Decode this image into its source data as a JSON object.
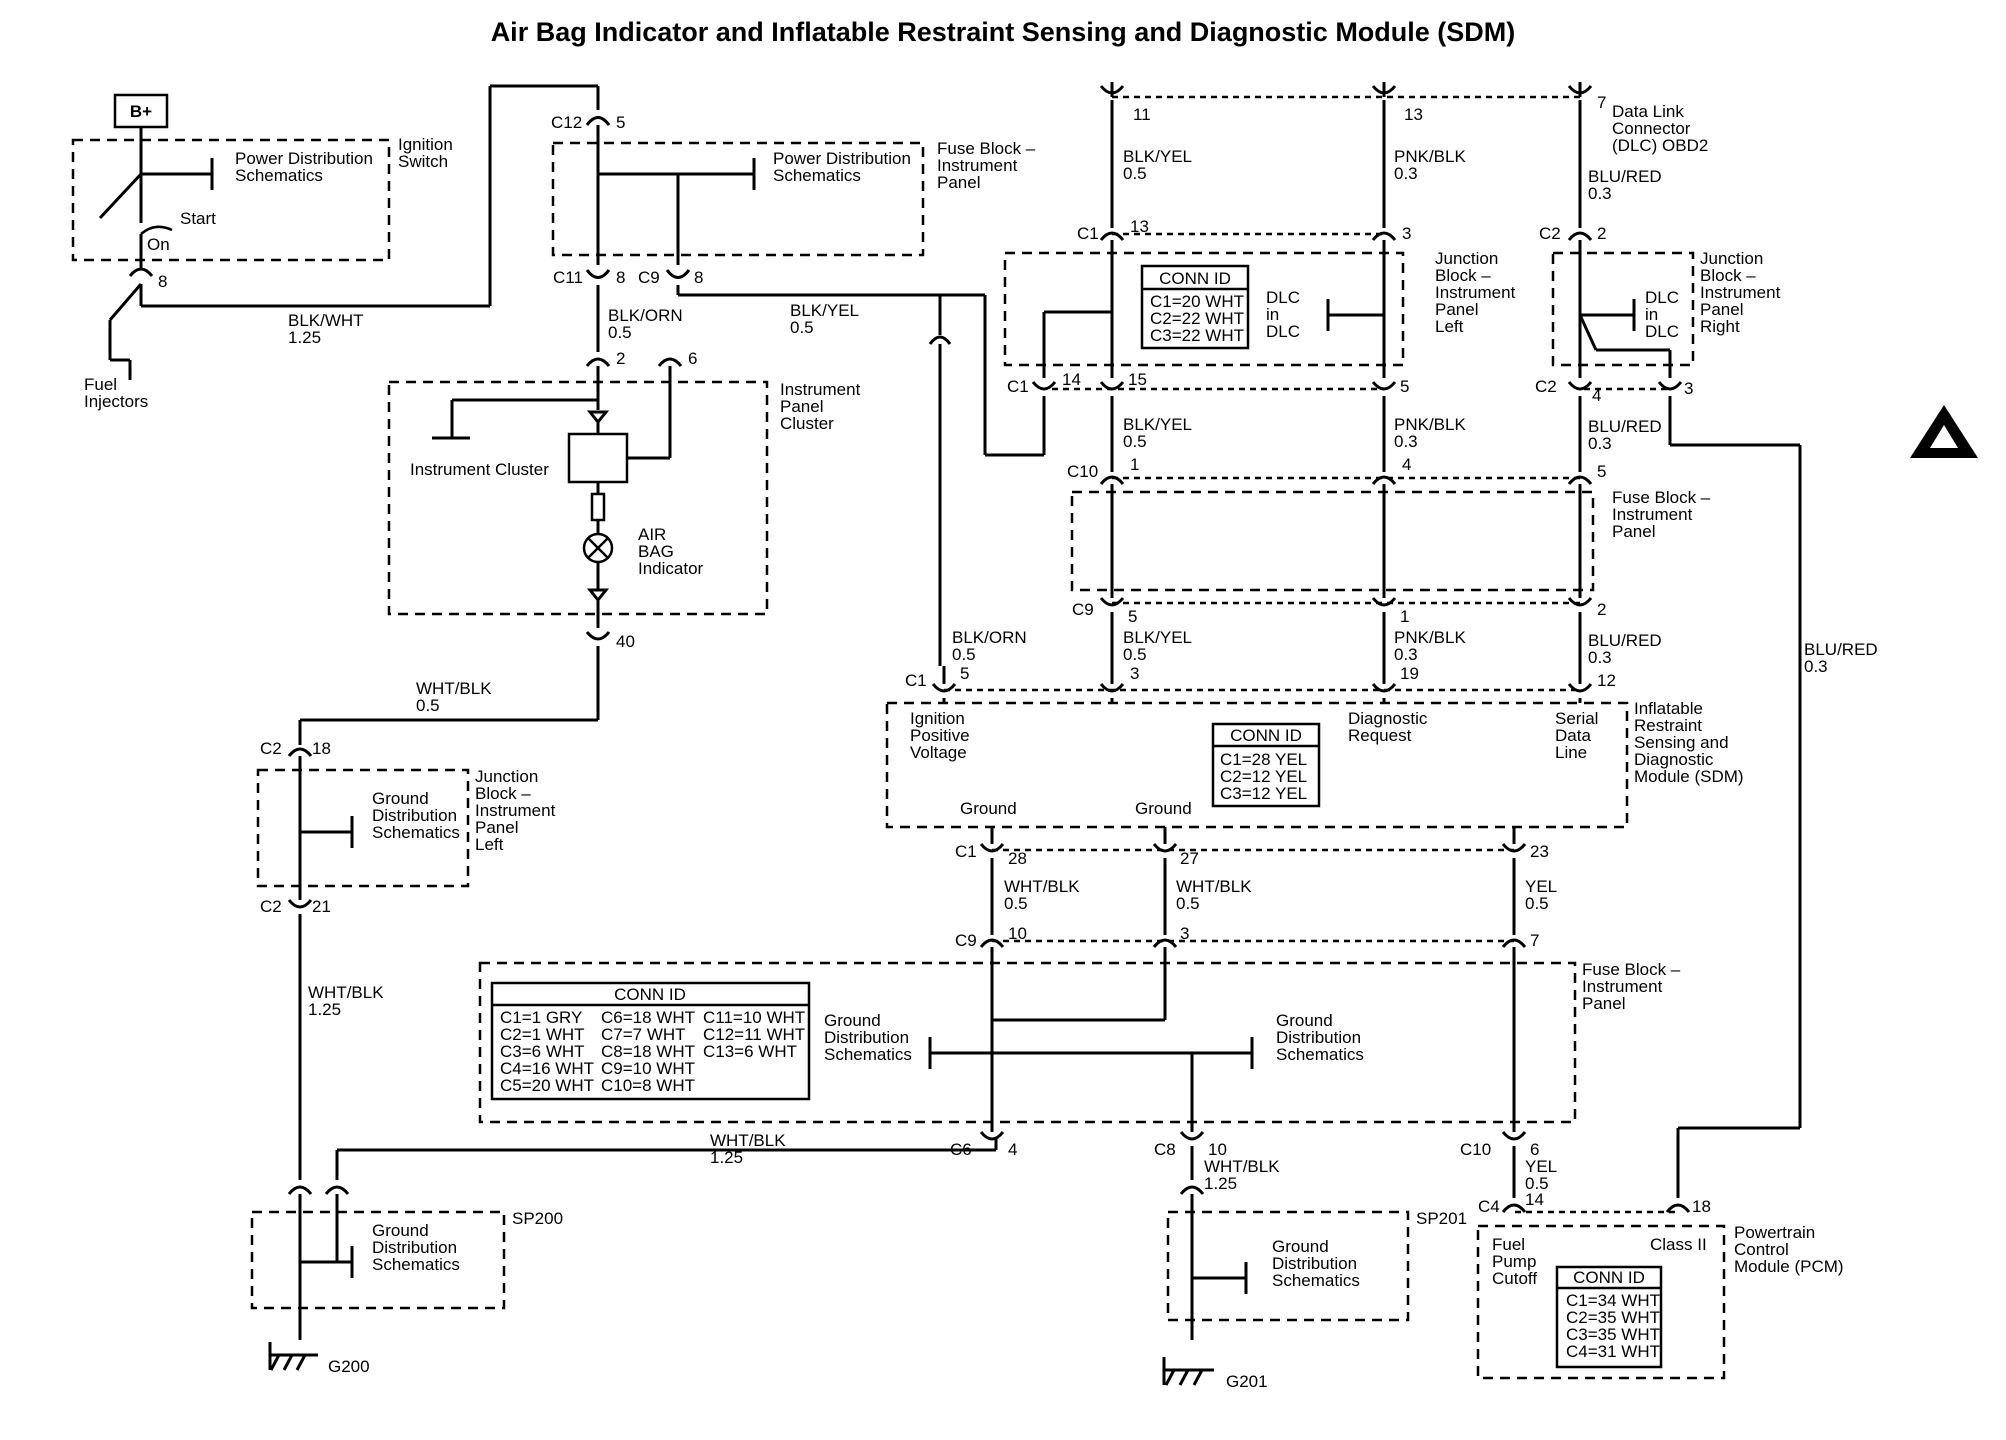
{
  "title": "Air Bag Indicator and Inflatable Restraint Sensing and Diagnostic Module  (SDM)",
  "battery": "B+",
  "ignition": {
    "switch": [
      "Ignition",
      "Switch"
    ],
    "pds": [
      "Power Distribution",
      "Schematics"
    ],
    "start": "Start",
    "on": "On",
    "pin": "8"
  },
  "fuel_injectors": [
    "Fuel",
    "Injectors"
  ],
  "wires": {
    "blk_wht": [
      "BLK/WHT",
      "1.25"
    ],
    "blk_orn_1": [
      "BLK/ORN",
      "0.5"
    ],
    "blk_yel_1": [
      "BLK/YEL",
      "0.5"
    ],
    "blk_yel_2": [
      "BLK/YEL",
      "0.5"
    ],
    "blk_yel_3": [
      "BLK/YEL",
      "0.5"
    ],
    "blk_yel_4": [
      "BLK/YEL",
      "0.5"
    ],
    "pnk_blk_1": [
      "PNK/BLK",
      "0.3"
    ],
    "pnk_blk_2": [
      "PNK/BLK",
      "0.3"
    ],
    "pnk_blk_3": [
      "PNK/BLK",
      "0.3"
    ],
    "blu_red_1": [
      "BLU/RED",
      "0.3"
    ],
    "blu_red_2": [
      "BLU/RED",
      "0.3"
    ],
    "blu_red_3": [
      "BLU/RED",
      "0.3"
    ],
    "blu_red_4": [
      "BLU/RED",
      "0.3"
    ],
    "blk_orn_2": [
      "BLK/ORN",
      "0.5"
    ],
    "wht_blk_1": [
      "WHT/BLK",
      "0.5"
    ],
    "wht_blk_2": [
      "WHT/BLK",
      "1.25"
    ],
    "wht_blk_3": [
      "WHT/BLK",
      "0.5"
    ],
    "wht_blk_4": [
      "WHT/BLK",
      "0.5"
    ],
    "wht_blk_5": [
      "WHT/BLK",
      "1.25"
    ],
    "wht_blk_6": [
      "WHT/BLK",
      "1.25"
    ],
    "yel_1": [
      "YEL",
      "0.5"
    ],
    "yel_2": [
      "YEL",
      "0.5"
    ]
  },
  "fuse_block_top": {
    "label": [
      "Fuse Block –",
      "Instrument",
      "Panel"
    ],
    "pds": [
      "Power Distribution",
      "Schematics"
    ]
  },
  "ipc": {
    "label": [
      "Instrument",
      "Panel",
      "Cluster"
    ],
    "cluster": "Instrument Cluster",
    "indicator": [
      "AIR",
      "BAG",
      "Indicator"
    ]
  },
  "dlc": {
    "label": [
      "Data Link",
      "Connector",
      "(DLC) OBD2"
    ]
  },
  "jb_left": {
    "label": [
      "Junction",
      "Block –",
      "Instrument",
      "Panel",
      "Left"
    ],
    "conn_title": "CONN ID",
    "conn": [
      "C1=20 WHT",
      "C2=22 WHT",
      "C3=22 WHT"
    ],
    "dlc": [
      "DLC",
      "in",
      "DLC"
    ]
  },
  "jb_right": {
    "label": [
      "Junction",
      "Block –",
      "Instrument",
      "Panel",
      "Right"
    ],
    "dlc": [
      "DLC",
      "in",
      "DLC"
    ]
  },
  "fuse_block_mid": {
    "label": [
      "Fuse Block –",
      "Instrument",
      "Panel"
    ]
  },
  "sdm": {
    "label": [
      "Inflatable",
      "Restraint",
      "Sensing and",
      "Diagnostic",
      "Module (SDM)"
    ],
    "ignition": [
      "Ignition",
      "Positive",
      "Voltage"
    ],
    "diag": [
      "Diagnostic",
      "Request"
    ],
    "serial": [
      "Serial",
      "Data",
      "Line"
    ],
    "ground1": "Ground",
    "ground2": "Ground",
    "conn_title": "CONN ID",
    "conn": [
      "C1=28 YEL",
      "C2=12 YEL",
      "C3=12 YEL"
    ]
  },
  "jb_ground": {
    "label": [
      "Junction",
      "Block –",
      "Instrument",
      "Panel",
      "Left"
    ],
    "gds": [
      "Ground",
      "Distribution",
      "Schematics"
    ]
  },
  "fuse_block_bottom": {
    "label": [
      "Fuse Block –",
      "Instrument",
      "Panel"
    ],
    "conn_title": "CONN ID",
    "conn_col1": [
      "C1=1 GRY",
      "C2=1 WHT",
      "C3=6 WHT",
      "C4=16 WHT",
      "C5=20 WHT"
    ],
    "conn_col2": [
      "C6=18 WHT",
      "C7=7 WHT",
      "C8=18 WHT",
      "C9=10 WHT",
      "C10=8 WHT"
    ],
    "conn_col3": [
      "C11=10 WHT",
      "C12=11 WHT",
      "C13=6 WHT"
    ],
    "gds_left": [
      "Ground",
      "Distribution",
      "Schematics"
    ],
    "gds_right": [
      "Ground",
      "Distribution",
      "Schematics"
    ]
  },
  "sp200": {
    "label": "SP200",
    "gds": [
      "Ground",
      "Distribution",
      "Schematics"
    ],
    "ground": "G200"
  },
  "sp201": {
    "label": "SP201",
    "gds": [
      "Ground",
      "Distribution",
      "Schematics"
    ],
    "ground": "G201"
  },
  "pcm": {
    "label": [
      "Powertrain",
      "Control",
      "Module (PCM)"
    ],
    "fuel": [
      "Fuel",
      "Pump",
      "Cutoff"
    ],
    "class2": "Class II",
    "conn_title": "CONN ID",
    "conn": [
      "C1=34 WHT",
      "C2=35 WHT",
      "C3=35 WHT",
      "C4=31 WHT"
    ]
  },
  "connectors": {
    "c12_5": [
      "C12",
      "5"
    ],
    "c11_8": [
      "C11",
      "8"
    ],
    "c9_8": [
      "C9",
      "8"
    ],
    "ipc_2": "2",
    "ipc_6": "6",
    "ipc_40": "40",
    "dlc_11": "11",
    "dlc_13": "13",
    "dlc_7": "7",
    "c1_13": [
      "C1",
      "13"
    ],
    "c1_3": "3",
    "c2_2": [
      "C2",
      "2"
    ],
    "c1_14": [
      "C1",
      "14"
    ],
    "c1_15": "15",
    "c1_5": "5",
    "c2_4": [
      "C2",
      "4"
    ],
    "c2_3": "3",
    "c10_1": [
      "C10",
      "1"
    ],
    "c10_4": "4",
    "c10_5": "5",
    "c9_5": [
      "C9",
      "5"
    ],
    "c9_1": "1",
    "c9_2": "2",
    "sdm_5": [
      "C1",
      "5"
    ],
    "sdm_3": "3",
    "sdm_19": "19",
    "sdm_12": "12",
    "c2_18": [
      "C2",
      "18"
    ],
    "c2_21": [
      "C2",
      "21"
    ],
    "sdm_28": [
      "C1",
      "28"
    ],
    "sdm_27": "27",
    "sdm_23": "23",
    "c9_10": [
      "C9",
      "10"
    ],
    "c9_3": "3",
    "c9_7": "7",
    "c6_4": [
      "C6",
      "4"
    ],
    "c8_10": [
      "C8",
      "10"
    ],
    "c10_6": [
      "C10",
      "6"
    ],
    "c4_14": [
      "C4",
      "14"
    ],
    "pcm_18": "18"
  }
}
